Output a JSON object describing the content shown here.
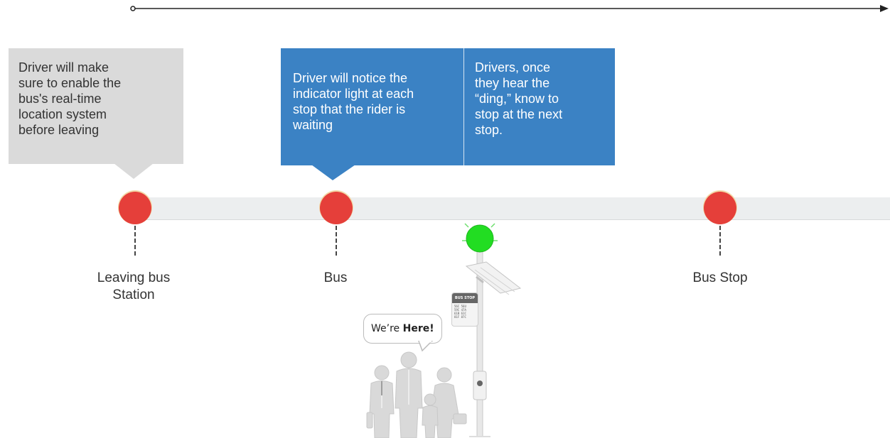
{
  "callouts": {
    "driver_station": "Driver will make\nsure to enable the\nbus's real-time\nlocation system\nbefore leaving",
    "driver_notice": "Driver will notice the\nindicator light at each\nstop that the rider is\nwaiting",
    "driver_ding": "Drivers, once\nthey hear the\n“ding,” know to\nstop at the next\nstop."
  },
  "stops": {
    "leaving_station": "Leaving bus\nStation",
    "bus": "Bus",
    "bus_stop": "Bus Stop"
  },
  "sign": {
    "title": "BUS STOP",
    "lines": [
      "56C 56U",
      "59C 47A",
      "61B 61C",
      "81F 87C"
    ]
  },
  "speech": {
    "prefix": "We’re ",
    "emphasis": "Here!"
  },
  "colors": {
    "callout_blue": "#3b82c4",
    "callout_gray": "#dadada",
    "stop_red": "#e53f3a",
    "indicator_green": "#22dd22",
    "track_gray": "#eceeef"
  }
}
